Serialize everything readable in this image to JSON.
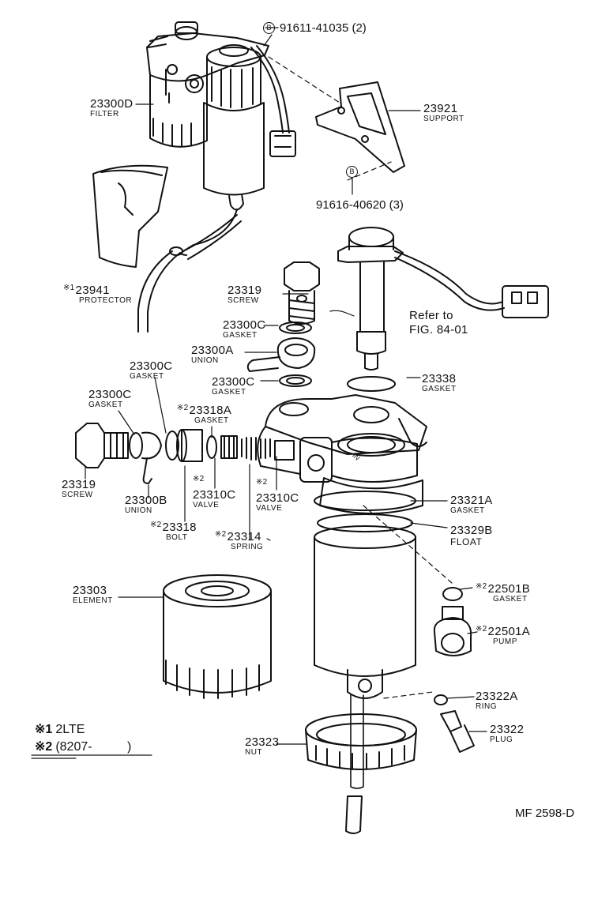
{
  "parts": [
    {
      "number": "91611-41035 (2)",
      "marker": "B"
    },
    {
      "number": "23300D",
      "name": "FILTER"
    },
    {
      "number": "23921",
      "name": "SUPPORT"
    },
    {
      "number": "91616-40620 (3)",
      "marker": "B"
    },
    {
      "number": "23941",
      "name": "PROTECTOR",
      "note": "※1"
    },
    {
      "number": "23319",
      "name": "SCREW"
    },
    {
      "number": "23300C",
      "name": "GASKET"
    },
    {
      "number": "23300A",
      "name": "UNION"
    },
    {
      "number": "23300C",
      "name": "GASKET"
    },
    {
      "number": "23300C",
      "name": "GASKET"
    },
    {
      "number": "23300C",
      "name": "GASKET"
    },
    {
      "number": "23318A",
      "name": "GASKET",
      "note": "※2"
    },
    {
      "number": "23338",
      "name": "GASKET"
    },
    {
      "number": "23319",
      "name": "SCREW"
    },
    {
      "number": "23300B",
      "name": "UNION"
    },
    {
      "number": "23310C",
      "name": "VALVE",
      "note": "※2"
    },
    {
      "number": "23310C",
      "name": "VALVE",
      "note": "※2"
    },
    {
      "number": "23318",
      "name": "BOLT",
      "note": "※2"
    },
    {
      "number": "23314",
      "name": "SPRING",
      "note": "※2"
    },
    {
      "number": "23321A",
      "name": "GASKET"
    },
    {
      "number": "23329B",
      "name": "FLOAT"
    },
    {
      "number": "23303",
      "name": "ELEMENT"
    },
    {
      "number": "22501B",
      "name": "GASKET",
      "note": "※2"
    },
    {
      "number": "22501A",
      "name": "PUMP",
      "note": "※2"
    },
    {
      "number": "23322A",
      "name": "RING"
    },
    {
      "number": "23322",
      "name": "PLUG"
    },
    {
      "number": "23323",
      "name": "NUT"
    }
  ],
  "reference": {
    "line1": "Refer to",
    "line2": "FIG. 84-01"
  },
  "footnotes": [
    {
      "mark": "※1",
      "text": "2LTE"
    },
    {
      "mark": "※2",
      "text": "(8207-          )"
    }
  ],
  "figure_id": "MF 2598-D",
  "eng_note": "IN"
}
